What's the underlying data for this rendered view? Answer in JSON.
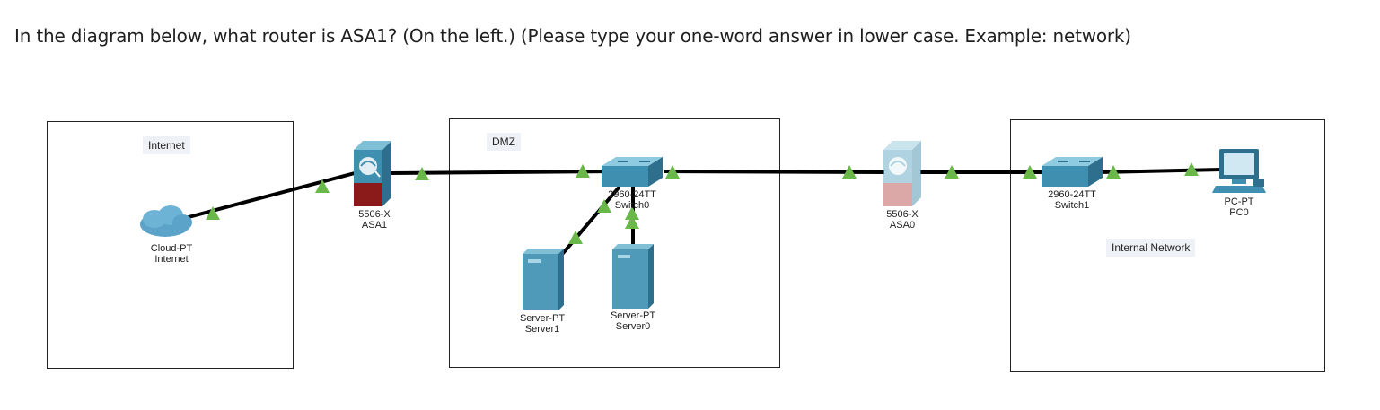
{
  "question": "In the diagram below, what router is ASA1? (On the left.) (Please type your one-word answer in lower case. Example: network)",
  "zones": {
    "internet": "Internet",
    "dmz": "DMZ",
    "internal": "Internal Network"
  },
  "devices": {
    "cloud": {
      "model": "Cloud-PT",
      "name": "Internet"
    },
    "asa1": {
      "model": "5506-X",
      "name": "ASA1"
    },
    "switch0": {
      "model": "2960-24TT",
      "name": "Switch0"
    },
    "server1": {
      "model": "Server-PT",
      "name": "Server1"
    },
    "server0": {
      "model": "Server-PT",
      "name": "Server0"
    },
    "asa0": {
      "model": "5506-X",
      "name": "ASA0"
    },
    "switch1": {
      "model": "2960-24TT",
      "name": "Switch1"
    },
    "pc0": {
      "model": "PC-PT",
      "name": "PC0"
    }
  },
  "colors": {
    "link": "#000000",
    "link_up": "#6ab84a",
    "device_blue": "#3f8fb0",
    "firewall_red": "#8b1a1a"
  }
}
